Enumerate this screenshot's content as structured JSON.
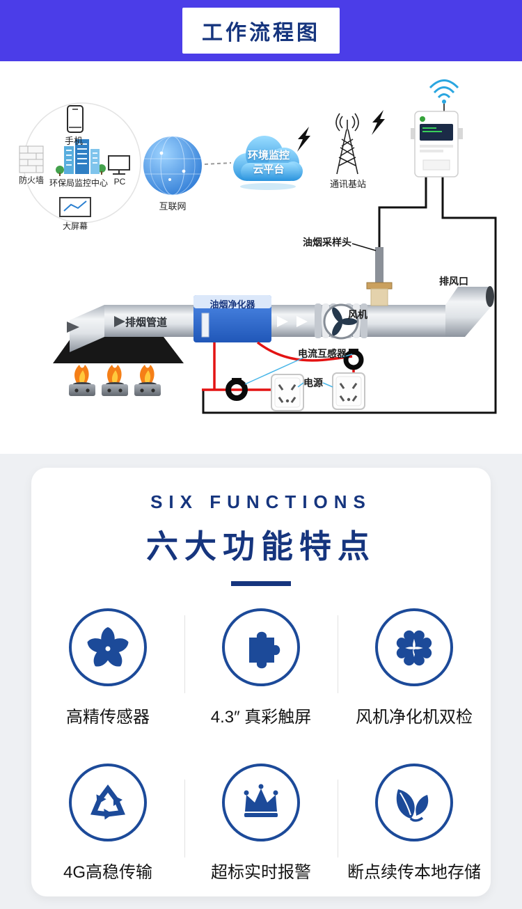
{
  "header": {
    "title": "工作流程图"
  },
  "diagram": {
    "labels": {
      "phone": "手机",
      "firewall": "防火墙",
      "epa_center": "环保局监控中心",
      "pc": "PC",
      "big_screen": "大屏幕",
      "internet": "互联网",
      "cloud_line1": "环境监控",
      "cloud_line2": "云平台",
      "base_station": "通讯基站",
      "sampling_head": "油烟采样头",
      "exhaust_outlet": "排风口",
      "smoke_duct": "排烟管道",
      "purifier": "油烟净化器",
      "fan": "风机",
      "current_transformer": "电流互感器",
      "power": "电源"
    }
  },
  "features": {
    "subtitle": "SIX FUNCTIONS",
    "title": "六大功能特点",
    "items": [
      {
        "label": "高精传感器",
        "icon": "pinwheel-fan-icon"
      },
      {
        "label": "4.3″ 真彩触屏",
        "icon": "puzzle-icon"
      },
      {
        "label": "风机净化机双检",
        "icon": "clover-icon"
      },
      {
        "label": "4G高稳传输",
        "icon": "recycle-icon"
      },
      {
        "label": "超标实时报警",
        "icon": "crown-icon"
      },
      {
        "label": "断点续传本地存储",
        "icon": "leaf-icon"
      }
    ]
  },
  "colors": {
    "header_bg": "#4b3de8",
    "accent_navy": "#16357e",
    "icon_blue": "#1c4a99",
    "wire_red": "#e31313",
    "cloud_blue": "#2a93dd"
  }
}
